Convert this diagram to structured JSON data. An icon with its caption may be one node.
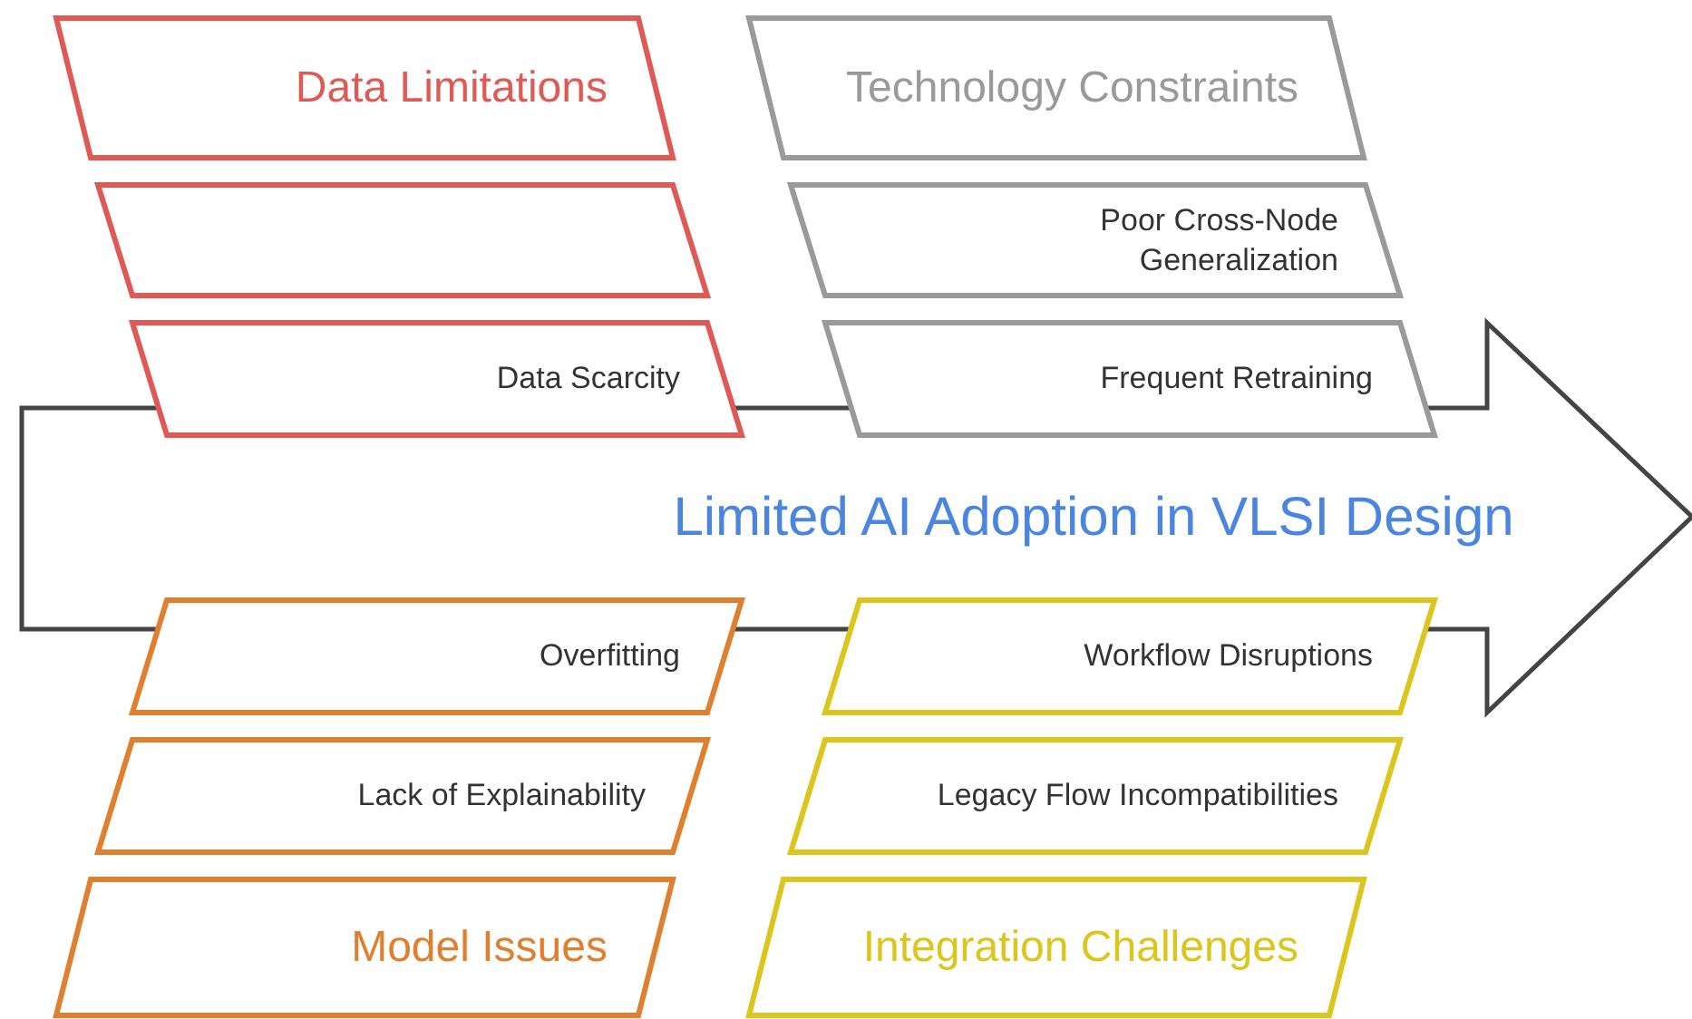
{
  "diagram": {
    "nodes": [
      {
        "text": [
          "Data Limitations"
        ]
      },
      {
        "text": [
          "Technology Constraints"
        ]
      },
      {
        "text": [],
        "shape": "parallelogram"
      },
      {
        "text": [
          "Poor Cross-Node Generalization"
        ]
      },
      {
        "text": [
          "Data Scarcity"
        ]
      },
      {
        "text": [
          "Frequent Retraining"
        ]
      },
      {
        "text": [
          "Limited AI Adoption in VLSI Design"
        ]
      },
      {
        "text": [
          "Overfitting"
        ]
      },
      {
        "text": [
          "Workflow Disruptions"
        ]
      },
      {
        "text": [
          "Lack of Explainability"
        ]
      },
      {
        "text": [
          "Legacy Flow Incompatibilities"
        ]
      },
      {
        "text": [
          "Model Issues"
        ]
      },
      {
        "text": [
          "Integration Challenges"
        ]
      }
    ]
  }
}
